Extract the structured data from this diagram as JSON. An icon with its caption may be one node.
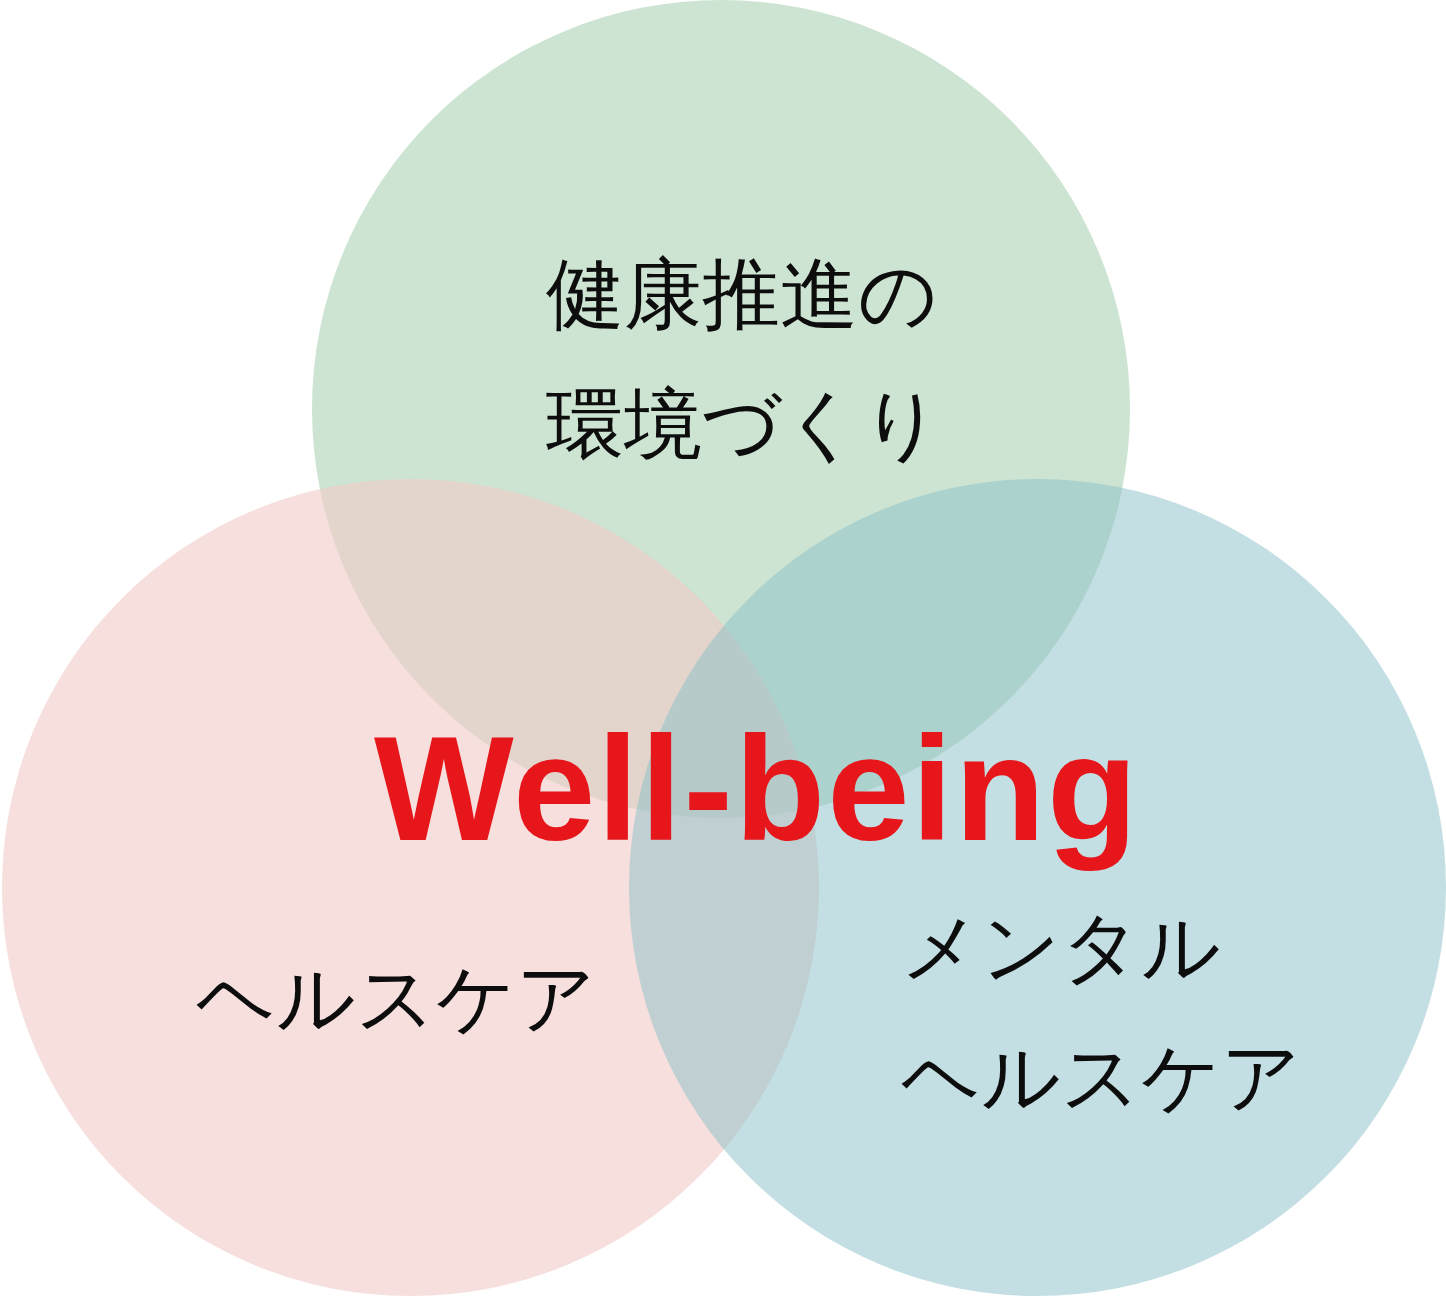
{
  "diagram": {
    "nodes": [
      {
        "text": [
          "健康推進の環境づくり"
        ]
      },
      {
        "text": [
          "ヘルスケア"
        ]
      },
      {
        "text": [
          "メンタルヘルスケア"
        ]
      }
    ],
    "labels": [
      "Well-being"
    ]
  }
}
